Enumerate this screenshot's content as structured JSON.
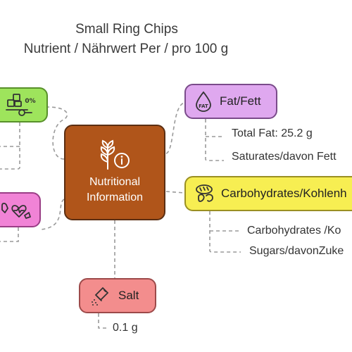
{
  "title": {
    "line1": "Small Ring Chips",
    "line2": "Nutrient / Nährwert Per / pro 100 g"
  },
  "center_node": {
    "line1": "Nutritional",
    "line2": "Information",
    "icon": "wheat-info-icon",
    "color": "#b0551a"
  },
  "fat": {
    "label": "Fat/Fett",
    "icon": "fat-drop-icon",
    "color": "#dfa8ef",
    "total": "Total Fat: 25.2 g",
    "saturates": "Saturates/davon Fett"
  },
  "carbohydrates": {
    "label": "Carbohydrates/Kohlenh",
    "icon": "bread-icon",
    "color": "#f7ee52",
    "total": "Carbohydrates /Ko",
    "sugars": "Sugars/davonZuke"
  },
  "salt": {
    "label": "Salt",
    "icon": "salt-shaker-icon",
    "color": "#f38d8d",
    "value": "0.1 g"
  },
  "energy_node": {
    "icon": "energy-scale-icon",
    "icon_text": "0%",
    "color": "#9ee45c"
  },
  "protein_node": {
    "icon": "protein-heart-icon",
    "color": "#f183d6"
  }
}
